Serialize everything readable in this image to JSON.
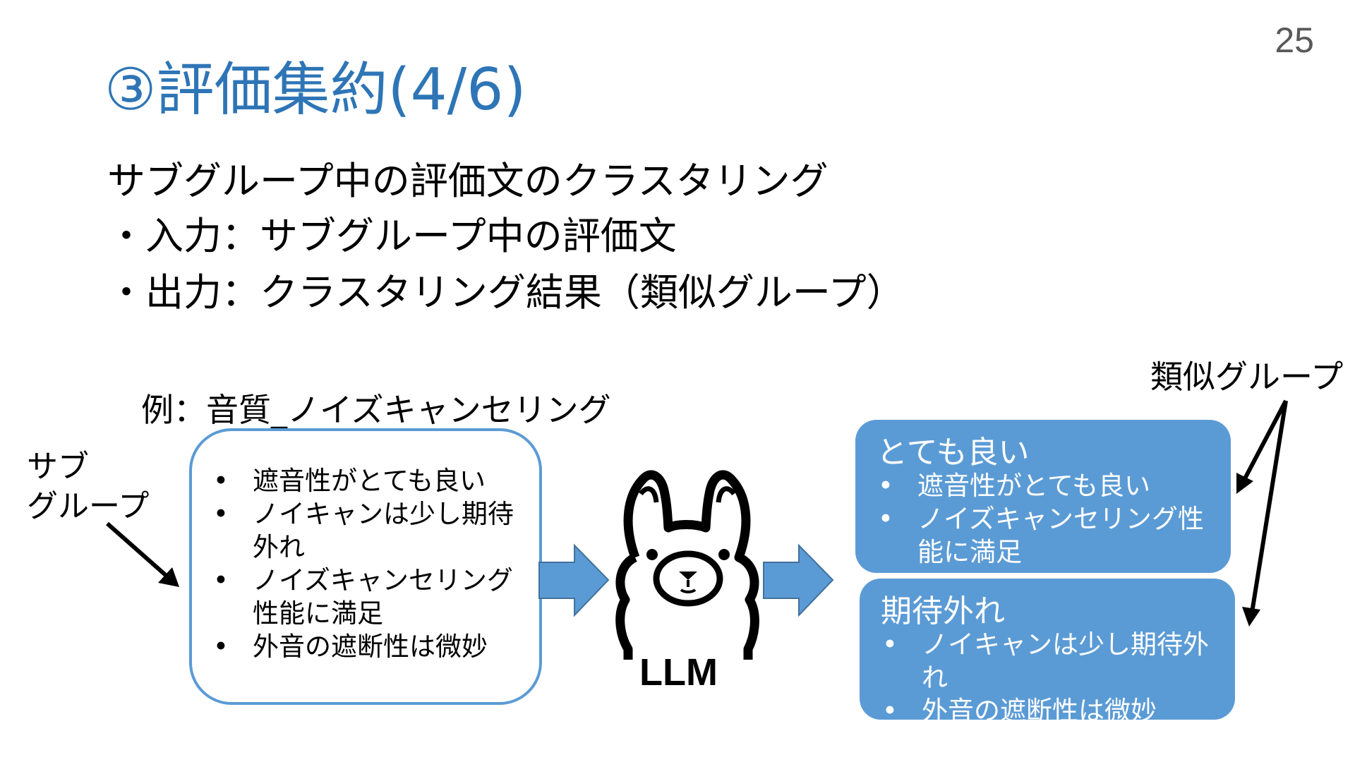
{
  "page_number": "25",
  "title": "③評価集約(4/6)",
  "subtitle": {
    "line1": "サブグループ中の評価文のクラスタリング",
    "line2": "・入力：サブグループ中の評価文",
    "line3": "・出力：クラスタリング結果（類似グループ）"
  },
  "example_label": "例：音質_ノイズキャンセリング",
  "subgroup_label": {
    "line1": "サブ",
    "line2": "グループ"
  },
  "input_items": [
    "遮音性がとても良い",
    "ノイキャンは少し期待外れ",
    "ノイズキャンセリング性能に満足",
    "外音の遮断性は微妙"
  ],
  "llm_label": "LLM",
  "similar_group_label": "類似グループ",
  "groups": [
    {
      "title": "とても良い",
      "items": [
        "遮音性がとても良い",
        "ノイズキャンセリング性能に満足"
      ]
    },
    {
      "title": "期待外れ",
      "items": [
        "ノイキャンは少し期待外れ",
        "外音の遮断性は微妙"
      ]
    }
  ],
  "colors": {
    "title": "#2e75b6",
    "accent": "#5b9bd5",
    "page_number": "#595959"
  }
}
